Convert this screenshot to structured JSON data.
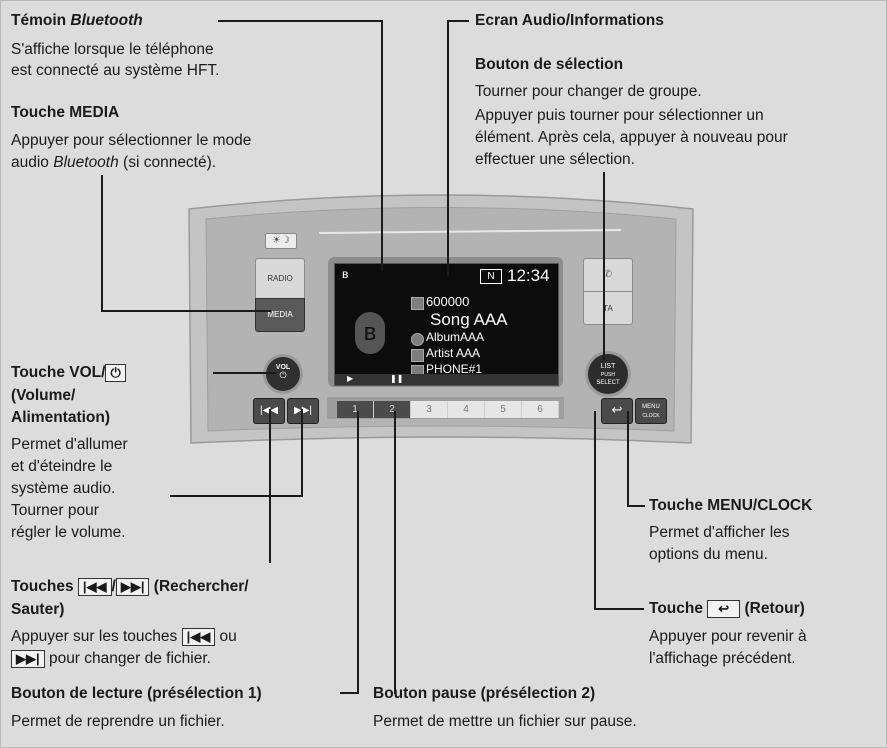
{
  "labels": {
    "bt_indicator": {
      "title_a": "Témoin ",
      "title_b": "Bluetooth",
      "desc_1": "S'affiche lorsque le téléphone",
      "desc_2": "est connecté au système HFT."
    },
    "media_key": {
      "title": "Touche MEDIA",
      "desc_1": "Appuyer pour sélectionner le mode",
      "desc_2a": "audio ",
      "desc_2b": "Bluetooth",
      "desc_2c": " (si connecté)."
    },
    "screen": {
      "title": "Ecran Audio/Informations"
    },
    "selector": {
      "title": "Bouton de sélection",
      "desc_1": "Tourner pour changer de groupe.",
      "desc_2": "Appuyer puis tourner pour sélectionner un",
      "desc_3": "élément. Après cela, appuyer à nouveau pour",
      "desc_4": "effectuer une sélection."
    },
    "vol_key": {
      "title_1": "Touche VOL/",
      "title_2": "(Volume/",
      "title_3": "Alimentation)",
      "desc_1": "Permet d'allumer",
      "desc_2": "et d'éteindre le",
      "desc_3": "système audio.",
      "desc_4": "Tourner pour",
      "desc_5": "régler le volume."
    },
    "menu_key": {
      "title": "Touche MENU/CLOCK",
      "desc_1": "Permet d'afficher les",
      "desc_2": "options du menu."
    },
    "seek_keys": {
      "title_1": "Touches ",
      "title_2": " (Rechercher/",
      "title_3": "Sauter)",
      "desc_1": "Appuyer sur les touches ",
      "desc_1b": " ou",
      "desc_2": " pour changer de fichier."
    },
    "back_key": {
      "title_1": "Touche ",
      "title_2": " (Retour)",
      "desc_1": "Appuyer pour revenir à",
      "desc_2": "l'affichage précédent."
    },
    "play_btn": {
      "title": "Bouton de lecture (présélection 1)",
      "desc": "Permet de reprendre un fichier."
    },
    "pause_btn": {
      "title": "Bouton pause (présélection 2)",
      "desc": "Permet de mettre un fichier sur pause."
    }
  },
  "unit": {
    "screen": {
      "clock": "12:34",
      "band": "N",
      "track_no": "600000",
      "song": "Song AAA",
      "album": "AlbumAAA",
      "artist": "Artist AAA",
      "phone": "PHONE#1"
    },
    "buttons": {
      "radio": "RADIO",
      "media": "MEDIA",
      "vol": "VOL",
      "list": "LIST",
      "push": "PUSH",
      "select": "SELECT",
      "menu": "MENU",
      "clock": "CLOCK",
      "tel": "TA"
    },
    "presets": [
      "1",
      "2",
      "3",
      "4",
      "5",
      "6"
    ]
  },
  "icons": [
    "bluetooth-icon",
    "power-icon",
    "skip-back-icon",
    "skip-forward-icon",
    "back-arrow-icon",
    "play-icon",
    "pause-icon",
    "brightness-icon",
    "phone-icon"
  ]
}
